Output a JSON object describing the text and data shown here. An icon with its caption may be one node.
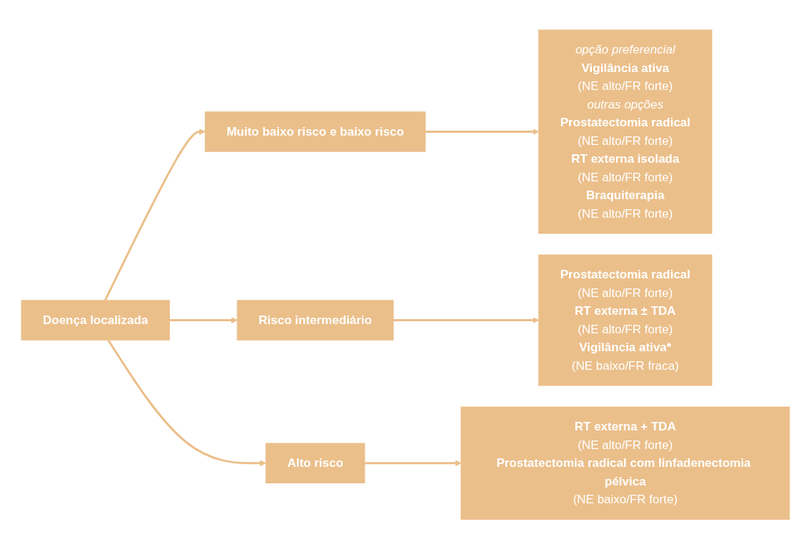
{
  "diagram": {
    "nodes": [
      {
        "text": [
          "Doença localizada"
        ]
      },
      {
        "text": [
          "Muito baixo risco e baixo risco"
        ]
      },
      {
        "text": [
          "Risco intermediário"
        ]
      },
      {
        "text": [
          "Alto risco"
        ]
      },
      {
        "text": [
          "opção preferencial",
          "Vigilância ativa",
          "(NE alto/FR forte)",
          "outras opções",
          "Prostatectomia radical",
          "(NE alto/FR forte)",
          "RT externa isolada",
          "(NE alto/FR forte)",
          "Braquiterapia",
          "(NE alto/FR forte)"
        ]
      },
      {
        "text": [
          "Prostatectomia radical",
          "(NE alto/FR forte)",
          "RT externa ± TDA",
          "(NE alto/FR forte)",
          "Vigilância ativa*",
          "(NE baixo/FR fraca)"
        ]
      },
      {
        "text": [
          "RT externa + TDA",
          "(NE alto/FR forte)",
          "Prostatectomia radical com linfadenectomia pélvica",
          "(NE baixo/FR forte)"
        ]
      }
    ],
    "edges": [
      {
        "from": 0,
        "to": 1,
        "arrow": "to"
      },
      {
        "from": 0,
        "to": 2,
        "arrow": "to"
      },
      {
        "from": 0,
        "to": 3,
        "arrow": "to"
      },
      {
        "from": 1,
        "to": 4,
        "arrow": "to"
      },
      {
        "from": 2,
        "to": 5,
        "arrow": "to"
      },
      {
        "from": 3,
        "to": 6,
        "arrow": "to"
      }
    ]
  }
}
